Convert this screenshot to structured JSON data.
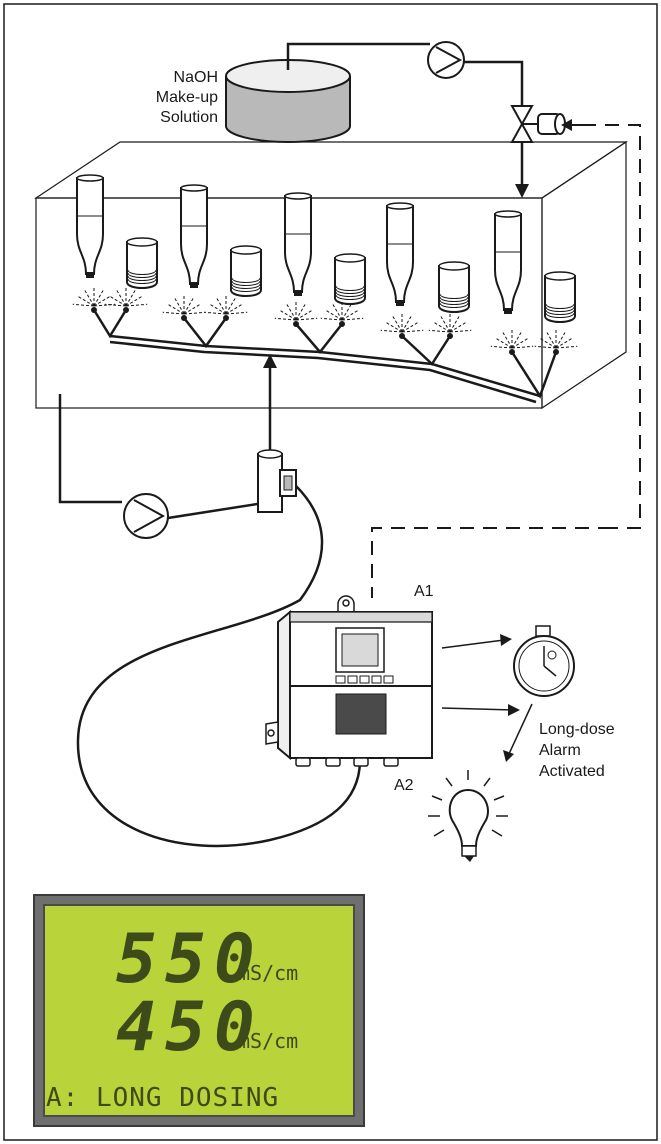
{
  "labels": {
    "tank": [
      "NaOH",
      "Make-up",
      "Solution"
    ],
    "analyzer_a1": "A1",
    "analyzer_a2": "A2",
    "alarm": [
      "Long-dose",
      "Alarm",
      "Activated"
    ]
  },
  "lcd": {
    "value1": "550",
    "unit1": "mS/cm",
    "value2": "450",
    "unit2": "mS/cm",
    "status": "A: LONG DOSING"
  },
  "colors": {
    "line": "#1a1a1a",
    "tank_fill": "#b9b9b9",
    "lcd_bg": "#b9d33b",
    "lcd_frame": "#6f6f6f"
  }
}
